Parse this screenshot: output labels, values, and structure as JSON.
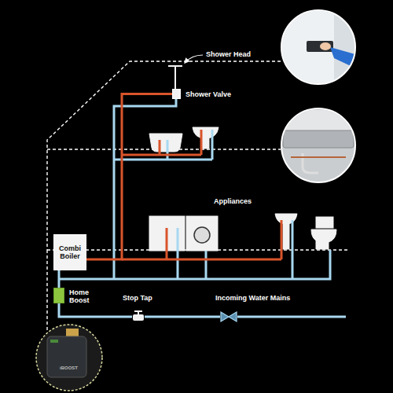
{
  "diagram": {
    "nodes": [
      {
        "text": [
          "Shower Valve"
        ]
      },
      {
        "text": [
          "Combi Boiler"
        ]
      },
      {
        "text": [
          "Home Boost"
        ]
      },
      {
        "text": [
          "Stop Tap"
        ]
      },
      {
        "text": [
          "Incoming Water Mains"
        ]
      }
    ],
    "edges": [
      {
        "from": 4,
        "to": 3,
        "arrow": "none"
      },
      {
        "from": 3,
        "to": 2,
        "arrow": "none"
      },
      {
        "from": 2,
        "to": 1,
        "arrow": "none"
      },
      {
        "from": 1,
        "to": 0,
        "arrow": "none"
      }
    ],
    "labels": [
      "Shower Head",
      "Appliances",
      "iBOOST"
    ]
  }
}
